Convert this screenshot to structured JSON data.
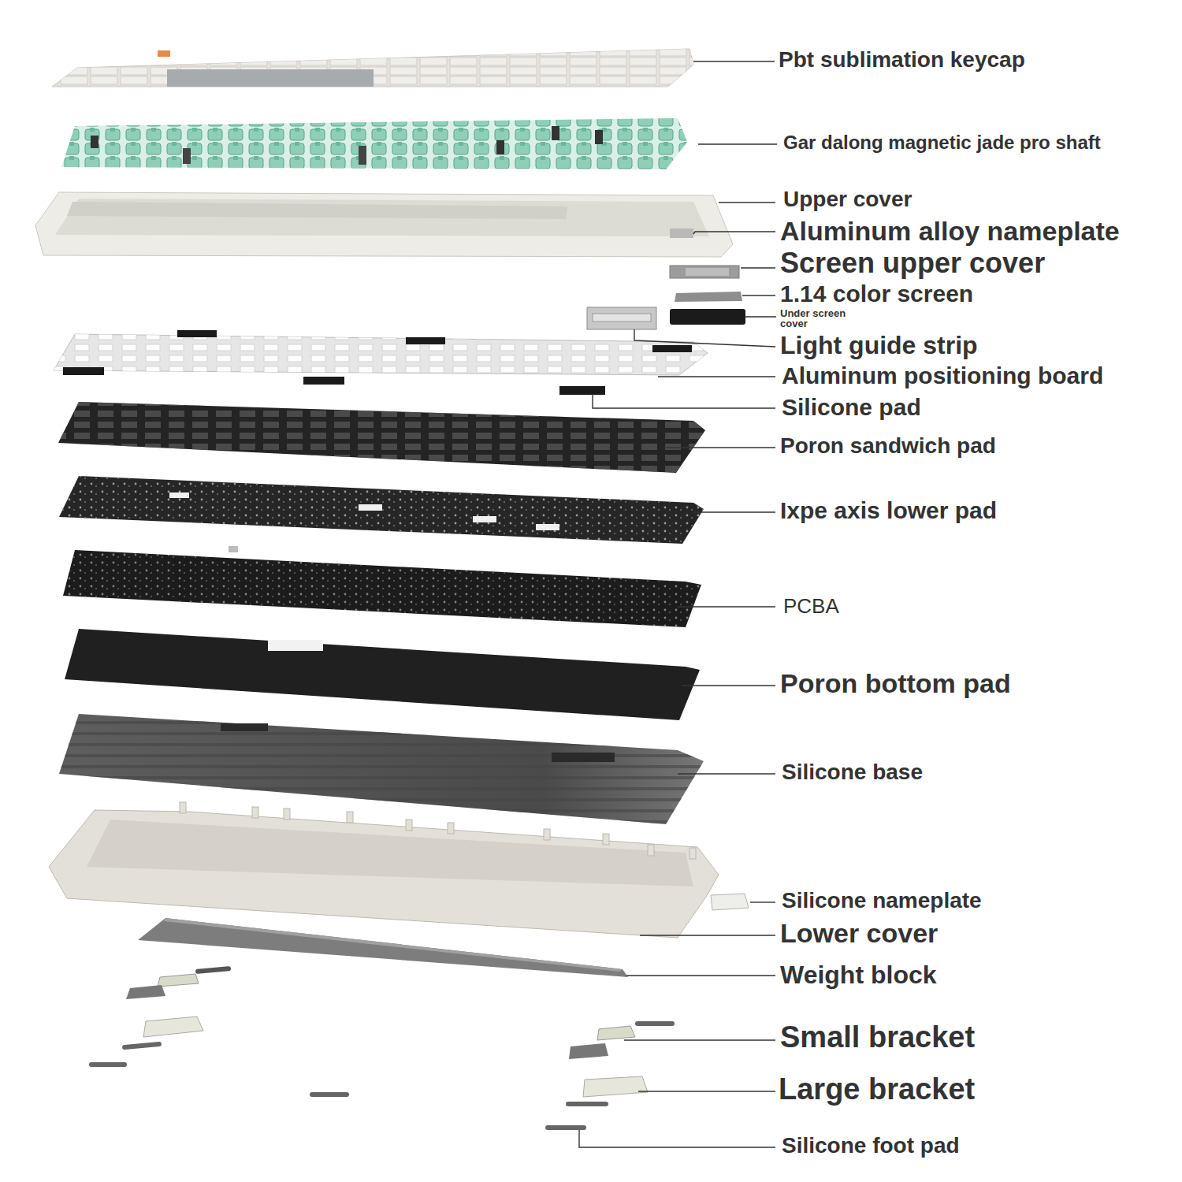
{
  "diagram": {
    "labels": [
      "Pbt sublimation keycap",
      "Gar dalong magnetic jade pro shaft",
      "Upper cover",
      "Aluminum alloy nameplate",
      "Screen upper cover",
      "1.14 color screen",
      "Under screen cover",
      "Light guide strip",
      "Aluminum positioning board",
      "Silicone pad",
      "Poron sandwich pad",
      "Ixpe axis lower pad",
      "PCBA",
      "Poron bottom pad",
      "Silicone base",
      "Silicone nameplate",
      "Lower cover",
      "Weight block",
      "Small bracket",
      "Large bracket",
      "Silicone foot pad"
    ]
  }
}
